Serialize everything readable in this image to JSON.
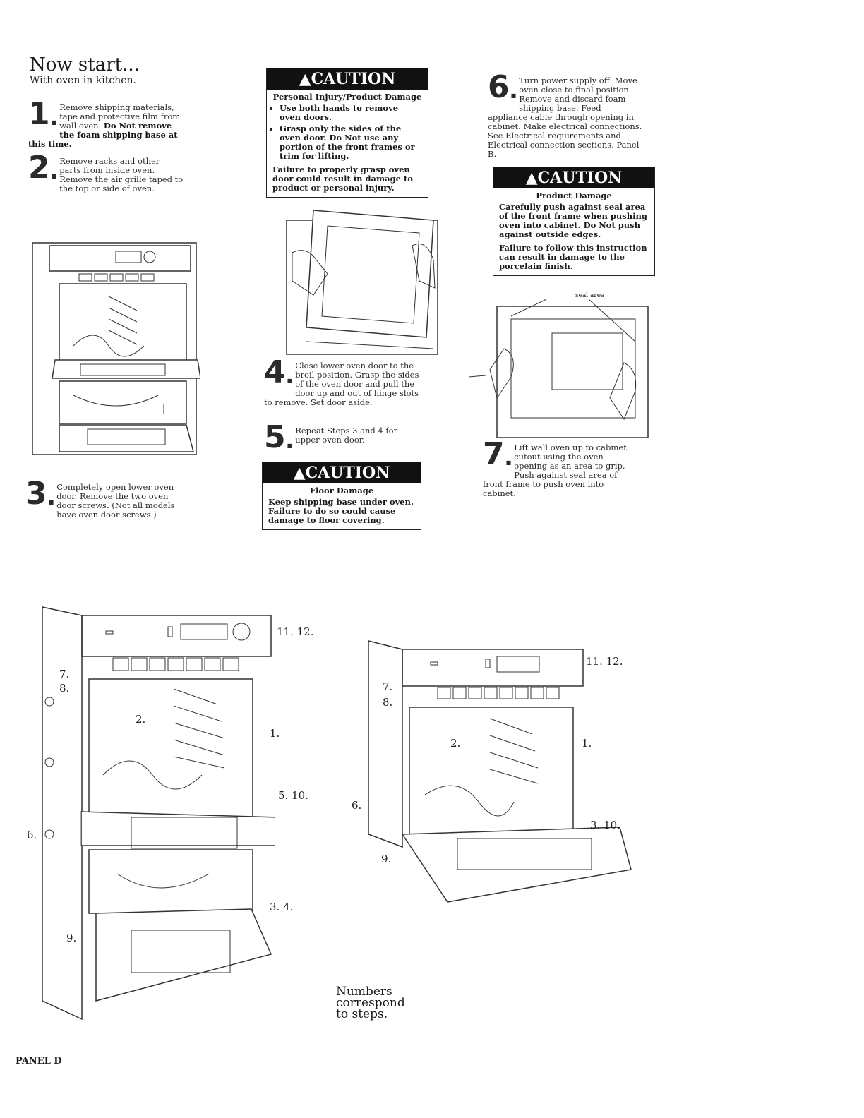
{
  "heading": "Now start...",
  "subheading": "With oven in kitchen.",
  "steps": {
    "s1": {
      "num": "1",
      "text": "Remove shipping materials, tape and protective film from wall oven.",
      "bold": "Do Not remove the foam shipping base at this time."
    },
    "s2": {
      "num": "2",
      "text": "Remove racks and other parts from inside oven. Remove the air grille taped to the top or side of oven."
    },
    "s3": {
      "num": "3",
      "text": "Completely open lower oven door. Remove the two oven door screws. (Not all models have oven door screws.)"
    },
    "s4": {
      "num": "4",
      "text": "Close lower oven door to the broil position. Grasp the sides of the oven door and pull the door up and out of hinge slots to remove. Set door aside."
    },
    "s5": {
      "num": "5",
      "text": "Repeat Steps 3 and 4 for upper oven door."
    },
    "s6": {
      "num": "6",
      "text": "Turn power supply off. Move oven close to final position. Remove and discard foam shipping base. Feed appliance cable through opening in cabinet. Make electrical connections. See Electrical requirements and Electrical connection sections, Panel B."
    },
    "s7": {
      "num": "7",
      "text": "Lift wall oven up to cabinet cutout using the oven opening as an area to grip. Push against seal area of front frame to push oven into cabinet."
    }
  },
  "cautions": {
    "c1": {
      "banner": "CAUTION",
      "title": "Personal Injury/Product Damage",
      "items": [
        "Use both hands to remove oven doors.",
        "Grasp only the sides of the oven door. Do Not use any portion of the front frames or trim for lifting."
      ],
      "footer": "Failure to properly grasp oven door could result in damage to product or personal injury."
    },
    "c2": {
      "banner": "CAUTION",
      "title": "Floor Damage",
      "line1": "Keep shipping base under oven.",
      "line2": "Failure to do so could cause damage to floor covering."
    },
    "c3": {
      "banner": "CAUTION",
      "title": "Product Damage",
      "line1": "Carefully push against seal area of the front frame when pushing oven into cabinet. Do Not push against outside edges.",
      "line2": "Failure to follow this instruction can result in damage to the porcelain finish."
    }
  },
  "seal_area_label": "seal area",
  "callouts_left": {
    "c1112": "11. 12.",
    "c78a": "7.",
    "c78b": "8.",
    "c2": "2.",
    "c1": "1.",
    "c510": "5. 10.",
    "c6": "6.",
    "c34": "3. 4.",
    "c9": "9."
  },
  "callouts_right": {
    "c1112": "11. 12.",
    "c78a": "7.",
    "c78b": "8.",
    "c2": "2.",
    "c1": "1.",
    "c6": "6.",
    "c310": "3. 10.",
    "c9": "9."
  },
  "note": "Numbers correspond to steps.",
  "panel_label": "PANEL D",
  "icons": [
    "warning-triangle-icon",
    "oven-illustration",
    "screw-icon"
  ]
}
